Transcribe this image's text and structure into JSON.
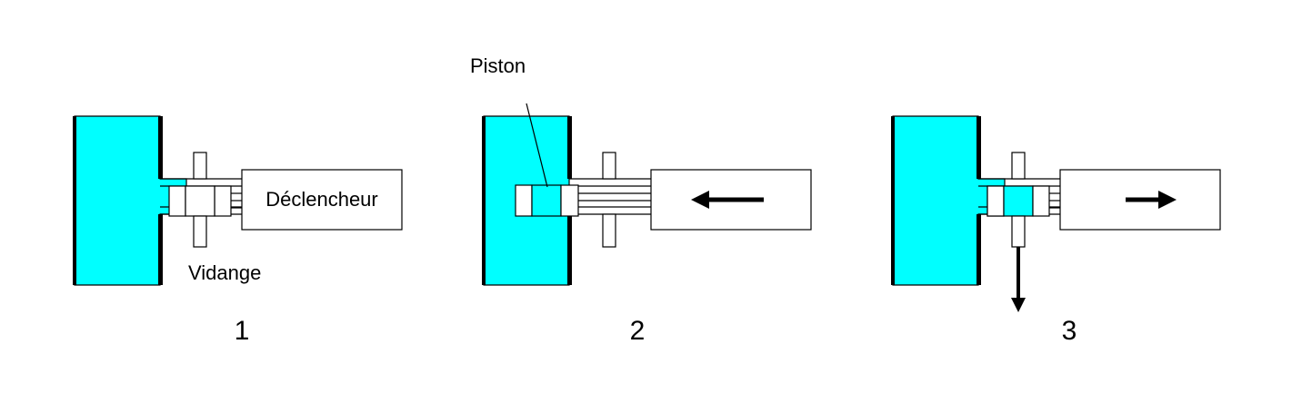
{
  "labels": {
    "trigger": "Déclencheur",
    "drain": "Vidange",
    "piston": "Piston"
  },
  "steps": [
    {
      "number": "1"
    },
    {
      "number": "2"
    },
    {
      "number": "3"
    }
  ],
  "colors": {
    "fluid": "#00ffff",
    "wall": "#000000",
    "outline": "#000000",
    "background": "#ffffff"
  }
}
